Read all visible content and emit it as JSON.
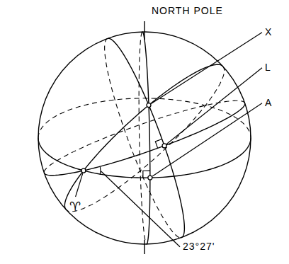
{
  "diagram": {
    "labels": [
      "NORTH POLE",
      "X",
      "L",
      "A",
      "♈",
      "23°27'"
    ]
  }
}
